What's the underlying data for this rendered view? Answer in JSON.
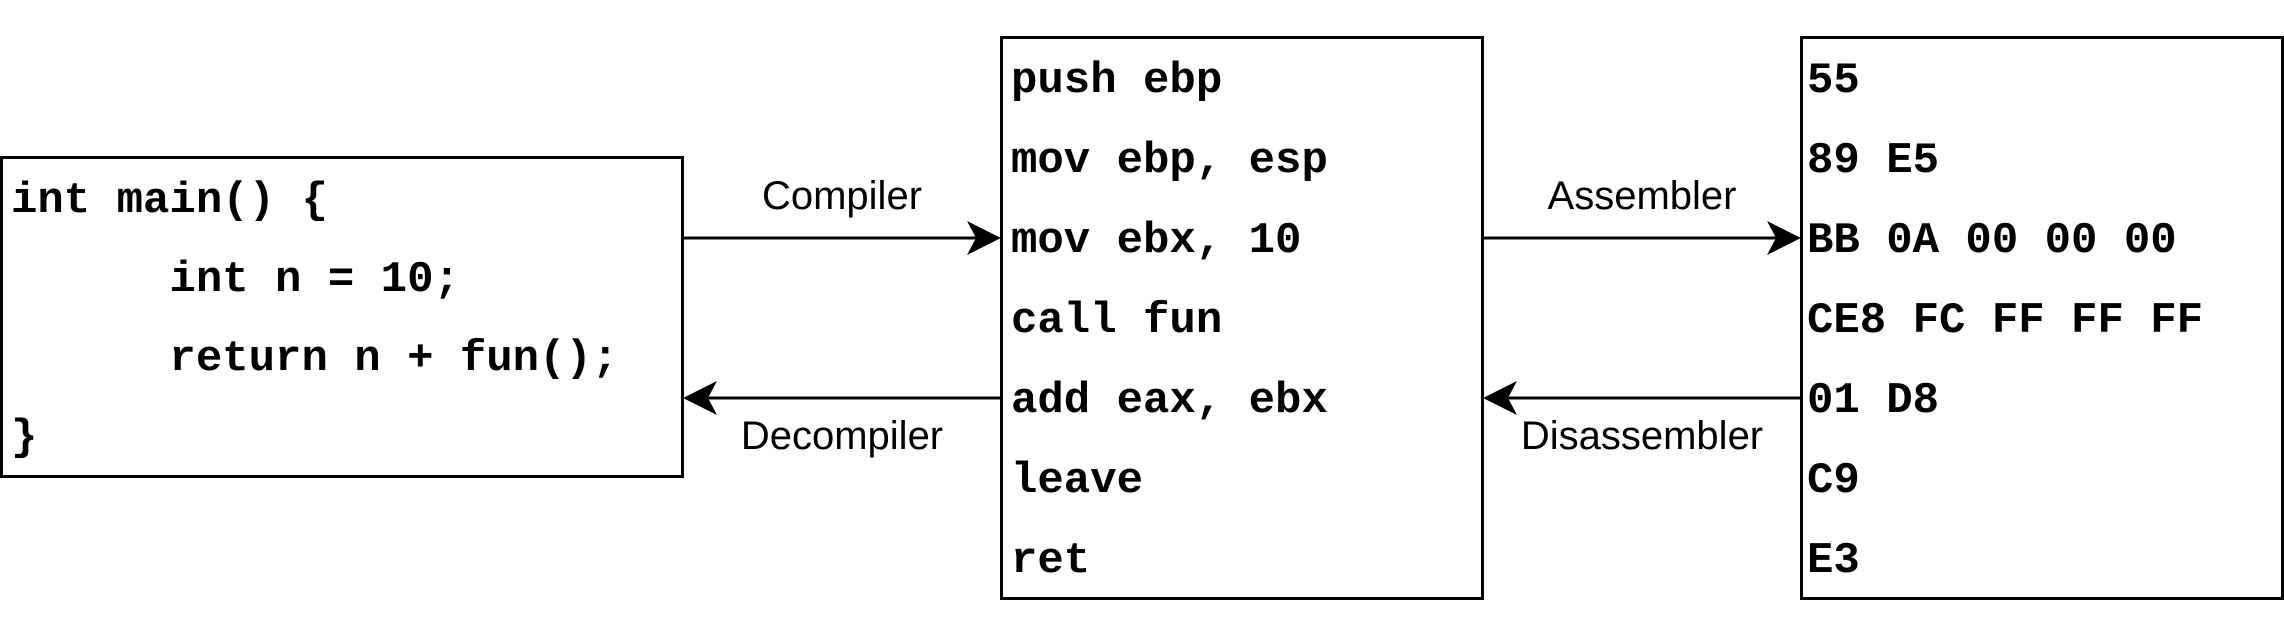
{
  "source_code": {
    "lines": [
      "int main() {",
      "      int n = 10;",
      "      return n + fun();",
      "}"
    ]
  },
  "assembly": {
    "lines": [
      "push ebp",
      "mov ebp, esp",
      "mov ebx, 10",
      "call fun",
      "add eax, ebx",
      "leave",
      "ret"
    ]
  },
  "machine_code": {
    "lines": [
      "55",
      "89 E5",
      "BB 0A 00 00 00",
      "CE8 FC FF FF FF",
      "01 D8",
      "C9",
      "E3"
    ]
  },
  "arrows": {
    "compiler": "Compiler",
    "decompiler": "Decompiler",
    "assembler": "Assembler",
    "disassembler": "Disassembler"
  }
}
